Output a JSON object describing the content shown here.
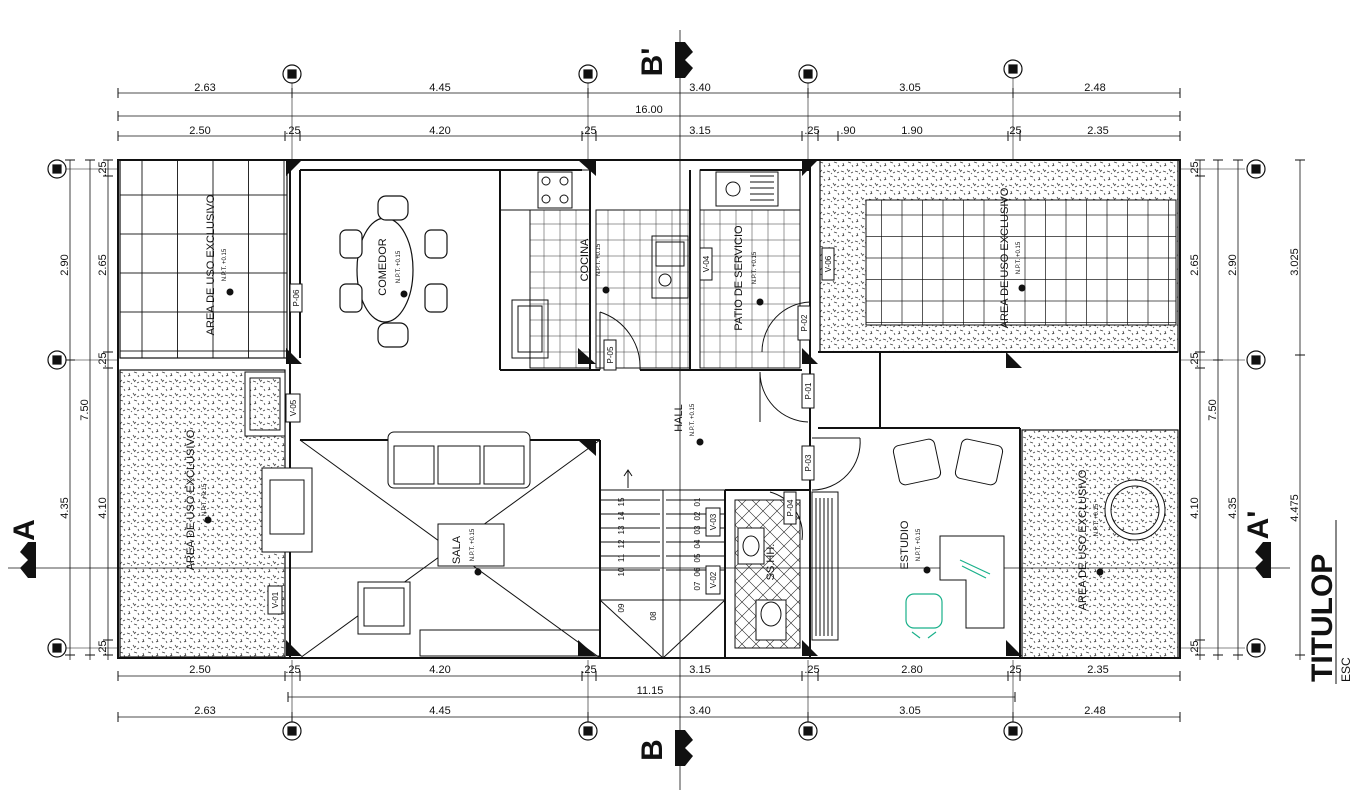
{
  "title": "TITULOP",
  "scale_label": "ESC",
  "section_marks": {
    "a": "A",
    "a_prime": "A'",
    "b": "B",
    "b_prime": "B'"
  },
  "dims": {
    "top_outer": [
      "2.63",
      "4.45",
      "3.40",
      "3.05",
      "2.48"
    ],
    "top_total": "16.00",
    "top_inner": [
      "2.50",
      ".25",
      "4.20",
      ".25",
      "3.15",
      ".25",
      ".90",
      "1.90",
      ".25",
      "2.35"
    ],
    "bottom_inner": [
      "2.50",
      ".25",
      "4.20",
      ".25",
      "3.15",
      ".25",
      "2.80",
      ".25",
      "2.35"
    ],
    "bottom_total": "11.15",
    "bottom_outer": [
      "2.63",
      "4.45",
      "3.40",
      "3.05",
      "2.48"
    ],
    "left_outer": [
      "2.90",
      "4.35"
    ],
    "left_mid": [
      "7.50"
    ],
    "left_inner": [
      ".25",
      "2.65",
      ".25",
      "4.10",
      ".25"
    ],
    "right_inner": [
      ".25",
      "2.65",
      ".25",
      "4.10",
      ".25"
    ],
    "right_mid": [
      "2.90",
      "4.35"
    ],
    "right_big": [
      "7.50"
    ],
    "right_outer": [
      "3.025",
      "4.475"
    ]
  },
  "rooms": {
    "comedor": "COMEDOR",
    "cocina": "COCINA",
    "patio": "PATIO DE SERVICIO",
    "hall": "HALL",
    "sala": "SALA",
    "estudio": "ESTUDIO",
    "sshh": "SS.HH.",
    "area_1": "AREA DE USO EXCLUSIVO",
    "area_2": "AREA DE USO EXCLUSIVO",
    "area_3": "AREA DE USO EXCLUSIVO",
    "area_4": "AREA DE USO EXCLUSIVO",
    "npt": "N.P.T. +0.15"
  },
  "tags": {
    "p06": "P-06",
    "p05": "P-05",
    "p04": "P-04",
    "p03": "P-03",
    "p02": "P-02",
    "p01": "P-01",
    "v05": "V-05",
    "v04": "V-04",
    "v03": "V-03",
    "v02": "V-02",
    "v01": "V-01",
    "v06": "V-06"
  },
  "stairs": {
    "steps_left": [
      "15",
      "14",
      "13",
      "12",
      "11",
      "10"
    ],
    "steps_right": [
      "01",
      "02",
      "03",
      "04",
      "05",
      "06",
      "07"
    ],
    "step_mid": [
      "09",
      "08"
    ]
  },
  "colors": {
    "line": "#111111",
    "furniture_accent": "#19b08a",
    "hatch": "#555555"
  }
}
